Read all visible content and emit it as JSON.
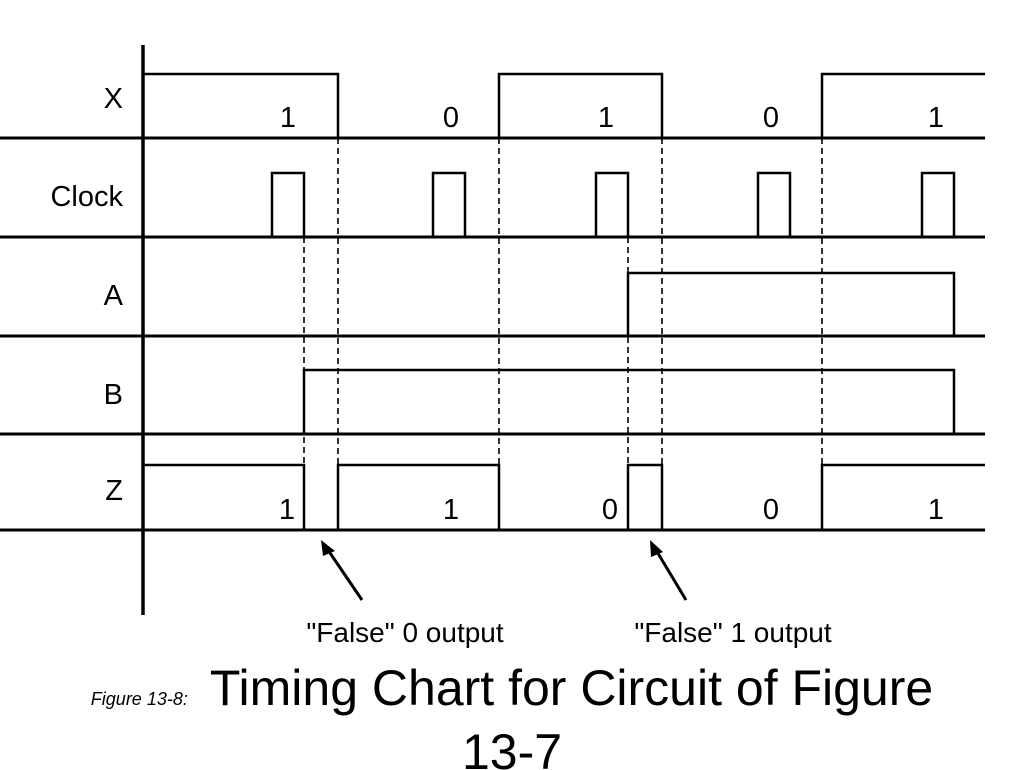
{
  "signals": [
    {
      "id": "x",
      "label": "X",
      "values": [
        "1",
        "0",
        "1",
        "0",
        "1"
      ]
    },
    {
      "id": "clock",
      "label": "Clock",
      "values": []
    },
    {
      "id": "a",
      "label": "A",
      "values": []
    },
    {
      "id": "b",
      "label": "B",
      "values": []
    },
    {
      "id": "z",
      "label": "Z",
      "values": [
        "1",
        "1",
        "0",
        "0",
        "1"
      ]
    }
  ],
  "annotations": {
    "false_zero": "\"False\" 0 output",
    "false_one": "\"False\" 1 output"
  },
  "caption": {
    "prefix": "Figure 13-8:",
    "title": "Timing Chart for Circuit of Figure",
    "title_continued": "13-7"
  }
}
